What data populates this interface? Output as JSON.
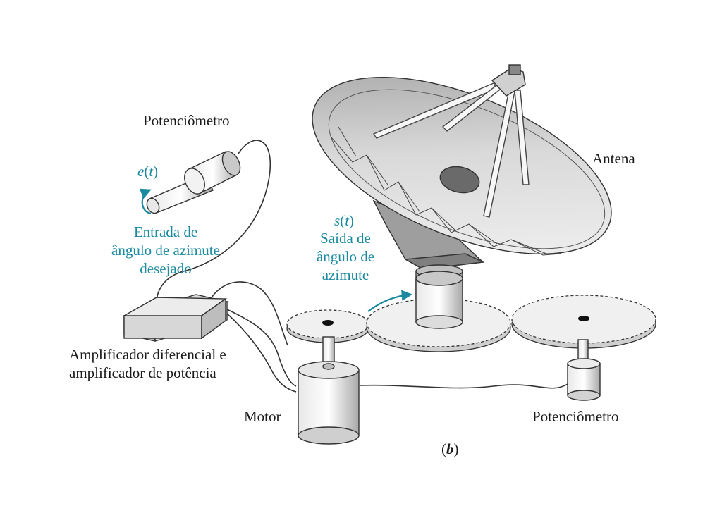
{
  "labels": {
    "pot_top": "Potenciômetro",
    "e_t_symbol": "e",
    "e_t_arg": "t",
    "input_line1": "Entrada de",
    "input_line2": "ângulo de azimute",
    "input_line3": "desejado",
    "antenna": "Antena",
    "s_t_symbol": "s",
    "s_t_arg": "t",
    "output_line1": "Saída de",
    "output_line2": "ângulo de",
    "output_line3": "azimute",
    "amp_line1": "Amplificador diferencial e",
    "amp_line2": "amplificador de potência",
    "motor": "Motor",
    "pot_bottom": "Potenciômetro",
    "figure_tag": "b"
  },
  "colors": {
    "annotation": "#1a8aa0",
    "line": "#333333",
    "fill_light": "#eeeeee",
    "fill_mid": "#cfcfcf",
    "fill_dark": "#9a9a9a"
  }
}
